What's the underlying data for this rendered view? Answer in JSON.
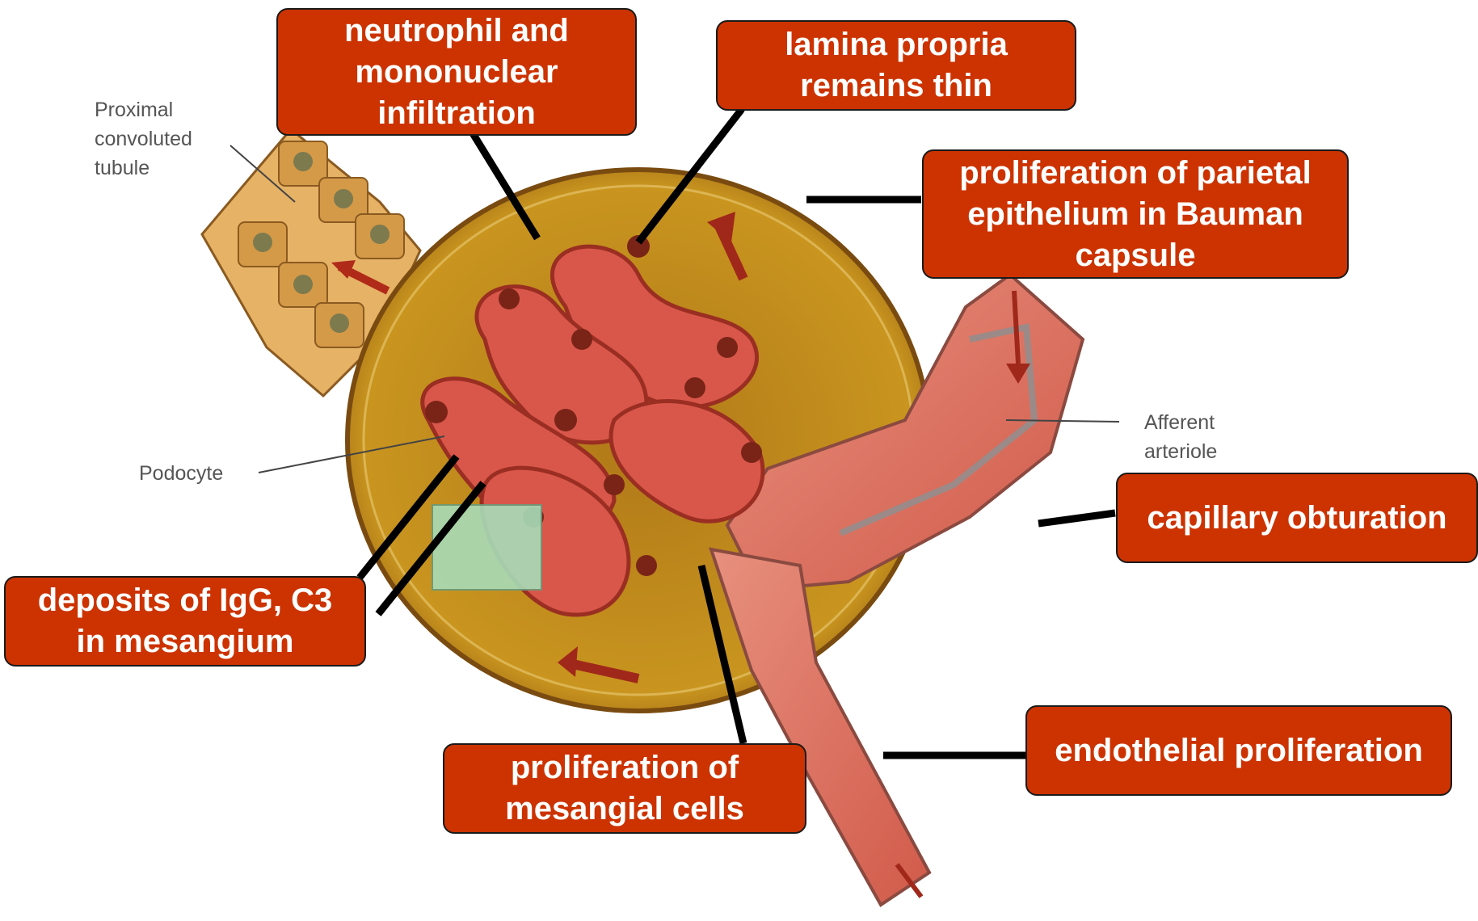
{
  "colors": {
    "callout_fill": "#cc3300",
    "leader_line": "#000000",
    "capsule": "#c9951f",
    "capillary": "#d9574a",
    "arteriole": "#e07a6c",
    "tubule_cell": "#e0a95a",
    "mesangium_box": "#a8dcb8"
  },
  "figure_labels": {
    "proximal_tubule": "Proximal\nconvoluted\ntubule",
    "podocyte": "Podocyte",
    "afferent_arteriole": "Afferent\narteriole"
  },
  "callouts": {
    "infiltration": "neutrophil and\nmononuclear\ninfiltration",
    "lamina_propria": "lamina propria\nremains thin",
    "parietal": "proliferation of parietal\nepithelium in Bauman\ncapsule",
    "capillary_obturation": "capillary obturation",
    "deposits": "deposits of IgG, C3\nin mesangium",
    "mesangial": "proliferation of\nmesangial cells",
    "endothelial": "endothelial proliferation"
  }
}
